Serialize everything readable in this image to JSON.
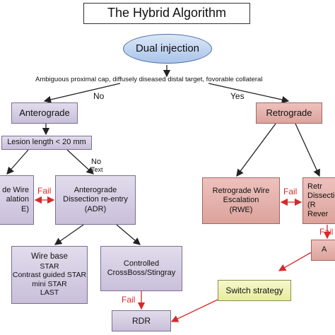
{
  "title": "The Hybrid Algorithm",
  "nodes": {
    "dual_injection": "Dual injection",
    "anterograde": "Anterograde",
    "retrograde": "Retrograde",
    "lesion_length": "Lesion length < 20 mm",
    "awe": [
      "de Wire",
      "alation",
      "E)"
    ],
    "adr": [
      "Anterograde",
      "Dissection re-entry",
      "(ADR)"
    ],
    "rwe": [
      "Retrograde Wire",
      "Escalation",
      "(RWE)"
    ],
    "rdr": [
      "Retr",
      "Dissecti",
      "(R",
      "Rever"
    ],
    "wire_base": [
      "Wire base",
      "STAR",
      "Contrast guided STAR",
      "mini STAR",
      "LAST"
    ],
    "controlled": [
      "Controlled",
      "CrossBoss/Stingray"
    ],
    "small_box": "A",
    "switch_strategy": "Switch strategy",
    "rdr_bottom": "RDR"
  },
  "labels": {
    "criteria": "Ambiguous proximal cap, diffusely diseased distal target, fovorable collateral",
    "no": "No",
    "yes": "Yes",
    "no_small": "No",
    "text_small": "Text",
    "fail_1": "Fail",
    "fail_2": "Fail",
    "fail_3": "Fail",
    "fail_4": "Fail"
  },
  "colors": {
    "fail": "#d62a2a",
    "arrow": "#222222"
  }
}
